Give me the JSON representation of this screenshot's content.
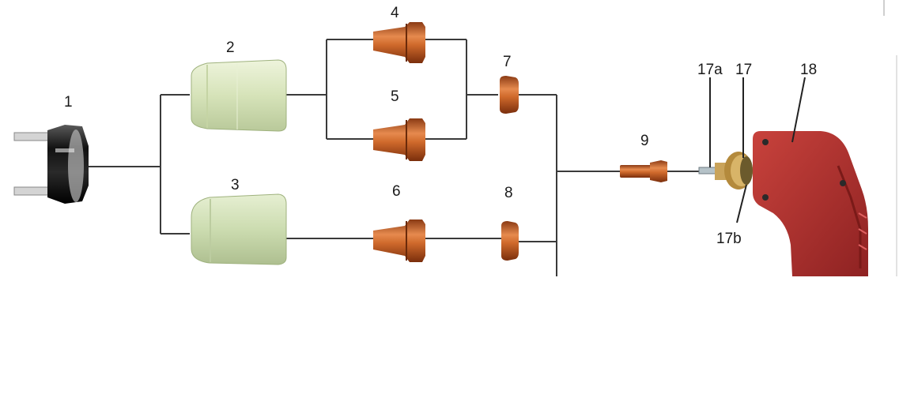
{
  "diagram": {
    "labels": {
      "p1": "1",
      "p2": "2",
      "p3": "3",
      "p4": "4",
      "p5": "5",
      "p6": "6",
      "p7": "7",
      "p8": "8",
      "p9": "9",
      "p17a": "17a",
      "p17": "17",
      "p17b": "17b",
      "p18": "18"
    },
    "colors": {
      "background": "#ffffff",
      "connector": "#3a3a3a",
      "shield_cap": "#1c1c1c",
      "ceramic_cup": "#d9e6bf",
      "copper": "#c8642c",
      "torch_handle": "#b8332f"
    }
  }
}
